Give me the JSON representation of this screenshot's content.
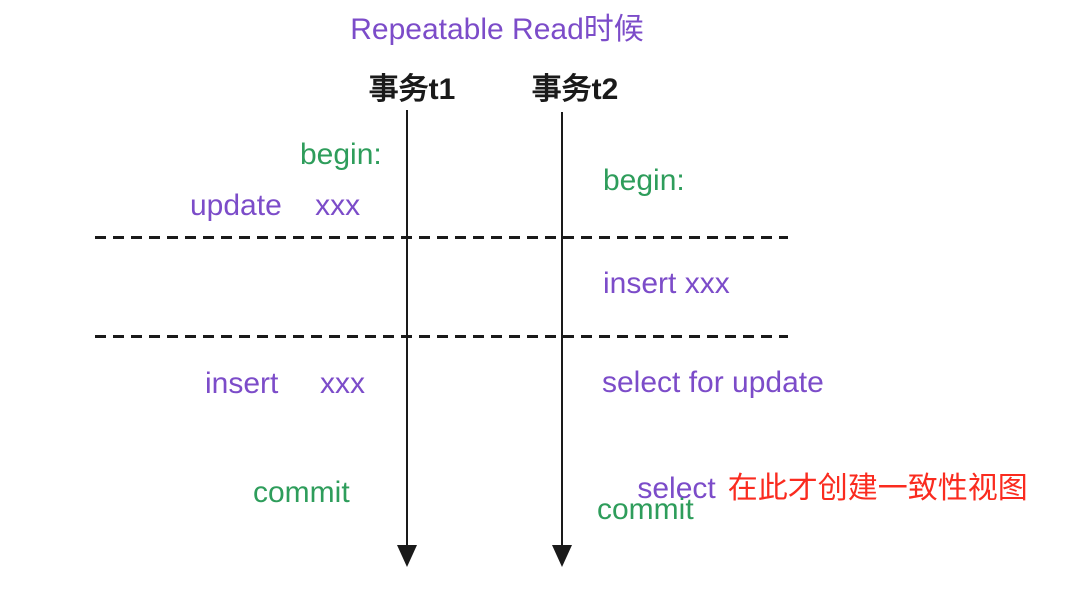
{
  "title": "Repeatable Read时候",
  "colors": {
    "purple": "#7c4cc9",
    "green": "#2e9d5b",
    "red": "#fa2b1f",
    "ink": "#1a1a1a"
  },
  "t1": {
    "label": "事务t1",
    "begin": "begin:",
    "update": "update    xxx",
    "insert": "insert     xxx",
    "commit": "commit"
  },
  "t2": {
    "label": "事务t2",
    "begin": "begin:",
    "insert": "insert xxx",
    "select_for_update": "select for update",
    "select": "select",
    "select_note": "在此才创建一致性视图",
    "commit": "commit"
  }
}
